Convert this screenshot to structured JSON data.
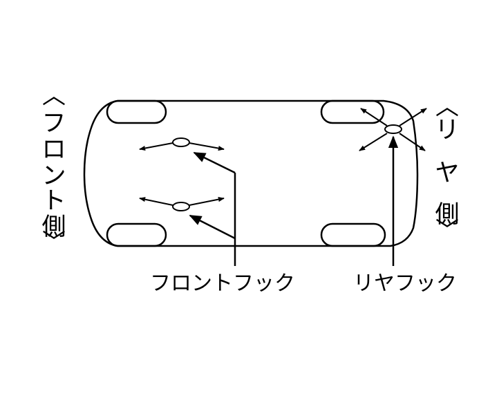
{
  "labels": {
    "front_side_chars": [
      "フ",
      "ロ",
      "ン",
      "ト",
      "側"
    ],
    "rear_side_chars": [
      "リ",
      "ヤ",
      "側"
    ],
    "bracket_open": "︿",
    "bracket_close": "﹀",
    "front_hook": "フロントフック",
    "rear_hook": "リヤフック"
  }
}
